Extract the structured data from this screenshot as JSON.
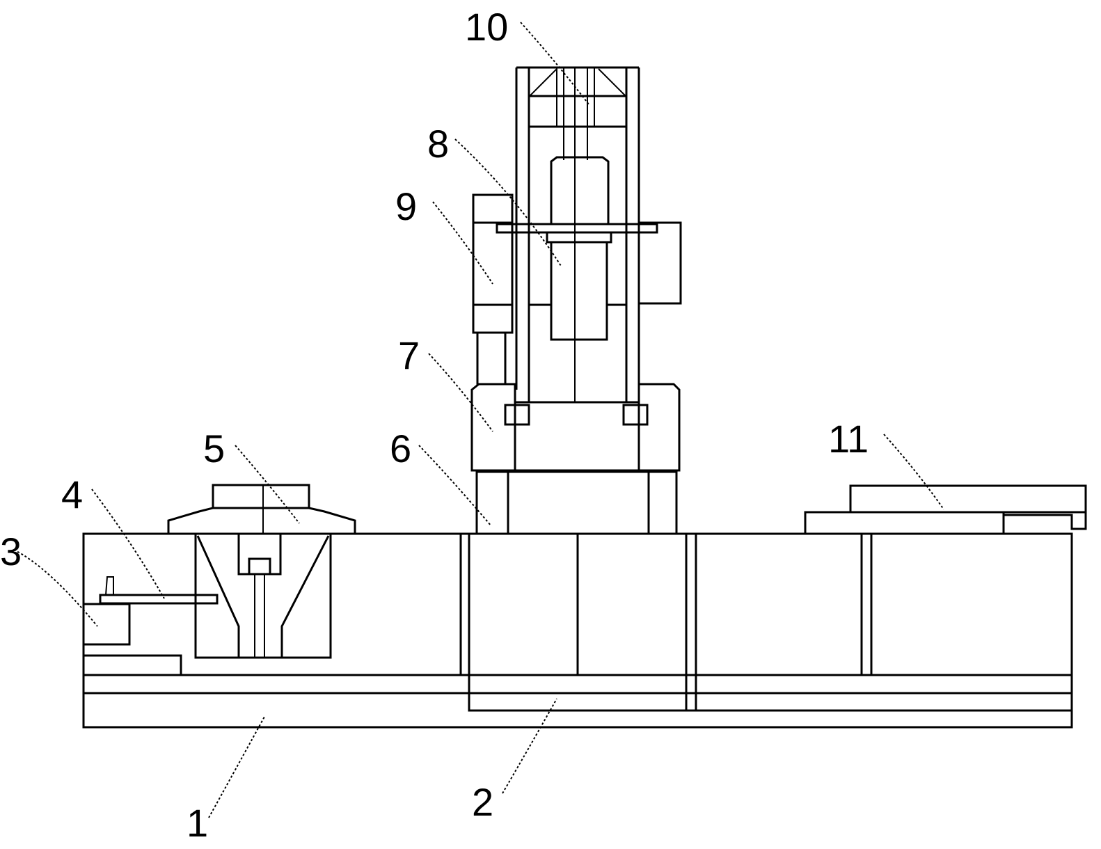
{
  "part_labels": [
    "1",
    "2",
    "3",
    "4",
    "5",
    "6",
    "7",
    "8",
    "9",
    "10",
    "11"
  ],
  "colors": {
    "line": "#000000",
    "background": "#ffffff"
  }
}
